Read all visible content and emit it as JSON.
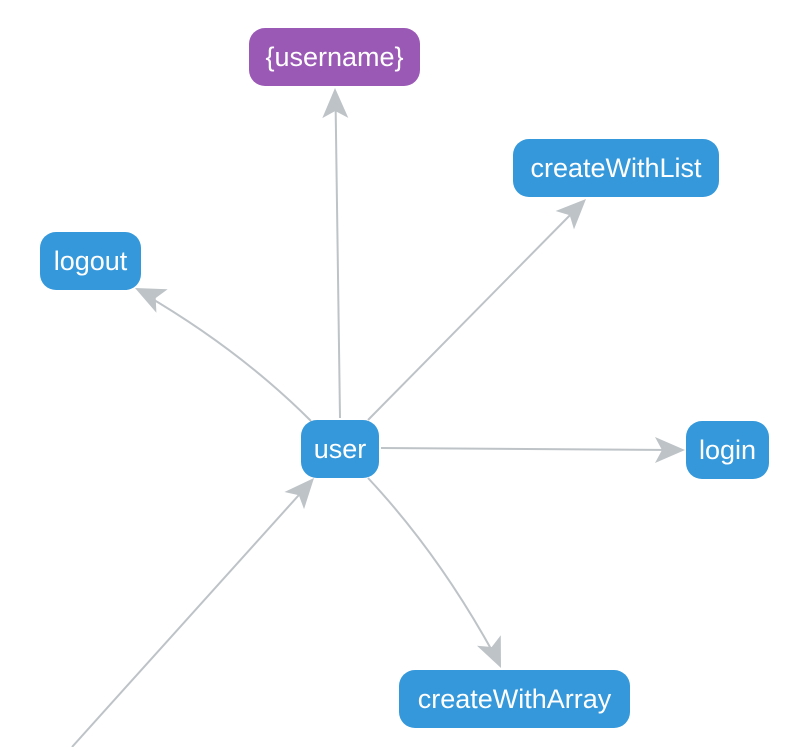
{
  "colors": {
    "endpoint": "#3498db",
    "parameter": "#9b59b6",
    "edge": "#bdc3c7",
    "background": "#ffffff"
  },
  "nodes": {
    "username": {
      "label": "{username}",
      "kind": "parameter"
    },
    "createWithList": {
      "label": "createWithList",
      "kind": "endpoint"
    },
    "logout": {
      "label": "logout",
      "kind": "endpoint"
    },
    "user": {
      "label": "user",
      "kind": "endpoint"
    },
    "login": {
      "label": "login",
      "kind": "endpoint"
    },
    "createWithArray": {
      "label": "createWithArray",
      "kind": "endpoint"
    }
  },
  "edges": [
    {
      "from": "user",
      "to": "username"
    },
    {
      "from": "user",
      "to": "createWithList"
    },
    {
      "from": "user",
      "to": "logout"
    },
    {
      "from": "user",
      "to": "login"
    },
    {
      "from": "user",
      "to": "createWithArray"
    },
    {
      "from": "offscreen-parent",
      "to": "user"
    }
  ]
}
